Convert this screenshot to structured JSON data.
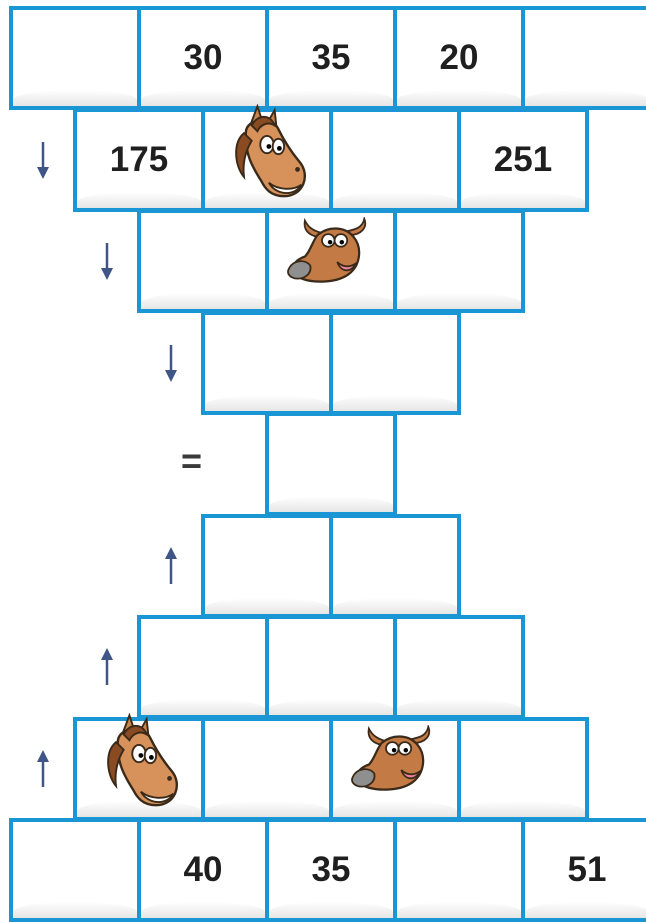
{
  "title": "",
  "colors": {
    "brick_border": "#1a96d4",
    "arrow": "#3f5585",
    "horse": "#c9854b",
    "cow": "#c47a44"
  },
  "rows": [
    {
      "arrow": "",
      "cells": [
        "",
        "30",
        "35",
        "20",
        ""
      ]
    },
    {
      "arrow": "down",
      "cells": [
        "175",
        "",
        "",
        "251"
      ]
    },
    {
      "arrow": "down",
      "cells": [
        "",
        "",
        ""
      ]
    },
    {
      "arrow": "down",
      "cells": [
        "",
        ""
      ]
    },
    {
      "arrow": "equals",
      "cells": [
        ""
      ]
    },
    {
      "arrow": "up",
      "cells": [
        "",
        ""
      ]
    },
    {
      "arrow": "up",
      "cells": [
        "",
        "",
        ""
      ]
    },
    {
      "arrow": "up",
      "cells": [
        "",
        "",
        "",
        ""
      ]
    },
    {
      "arrow": "",
      "cells": [
        "",
        "40",
        "35",
        "",
        "51"
      ]
    }
  ],
  "equals_sign": "=",
  "mascots": [
    {
      "animal": "horse-head-icon",
      "row": 1,
      "cell": 1
    },
    {
      "animal": "cow-head-icon",
      "row": 2,
      "cell": 1
    },
    {
      "animal": "horse-head-icon",
      "row": 7,
      "cell": 0
    },
    {
      "animal": "cow-head-icon",
      "row": 7,
      "cell": 2
    }
  ]
}
